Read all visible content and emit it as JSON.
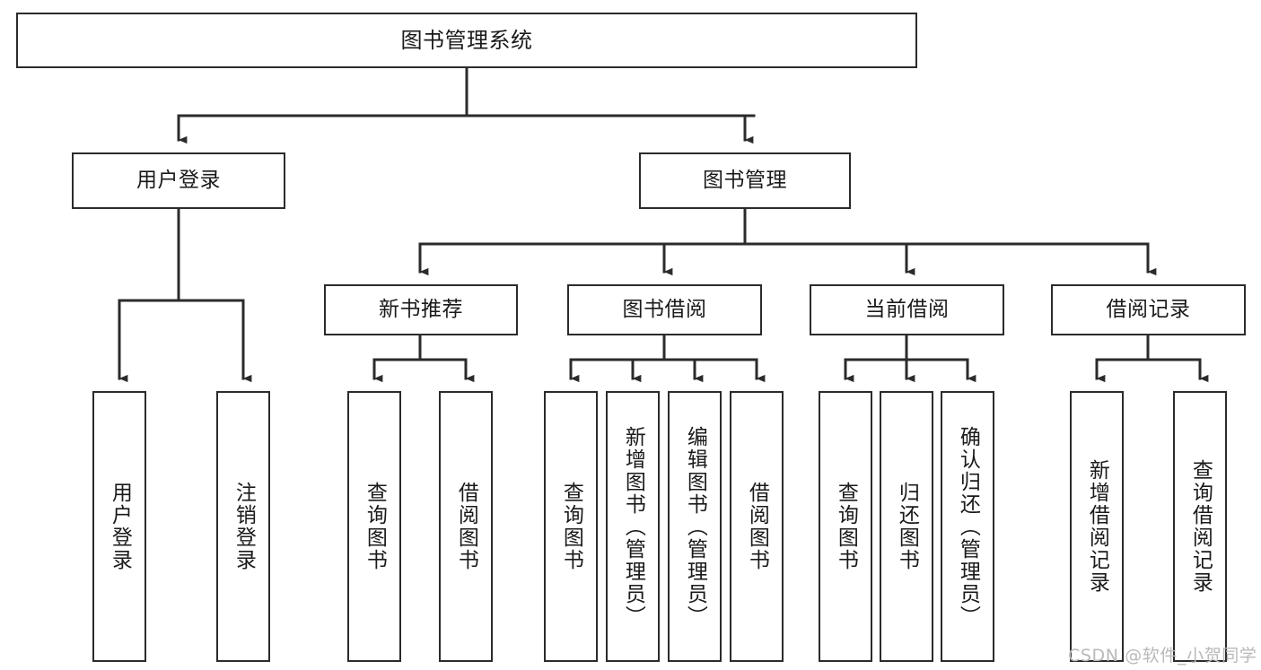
{
  "diagram": {
    "type": "tree-hierarchy",
    "title": "图书管理系统",
    "orientation": "top-down",
    "line_color": "#2b2b2b",
    "box_fill": "#ffffff",
    "text_color": "#1a1a1a"
  },
  "root": {
    "label": "图书管理系统"
  },
  "level2": [
    {
      "label": "用户登录"
    },
    {
      "label": "图书管理"
    }
  ],
  "level3": [
    {
      "label": "新书推荐"
    },
    {
      "label": "图书借阅"
    },
    {
      "label": "当前借阅"
    },
    {
      "label": "借阅记录"
    }
  ],
  "leaves": {
    "user_login": [
      {
        "label": "用户登录"
      },
      {
        "label": "注销登录"
      }
    ],
    "new_book_recommend": [
      {
        "label": "查询图书"
      },
      {
        "label": "借阅图书"
      }
    ],
    "book_borrow": [
      {
        "label": "查询图书"
      },
      {
        "label": "新增图书（管理员）"
      },
      {
        "label": "编辑图书（管理员）"
      },
      {
        "label": "借阅图书"
      }
    ],
    "current_borrow": [
      {
        "label": "查询图书"
      },
      {
        "label": "归还图书"
      },
      {
        "label": "确认归还（管理员）"
      }
    ],
    "borrow_record": [
      {
        "label": "新增借阅记录"
      },
      {
        "label": "查询借阅记录"
      }
    ]
  },
  "watermark": {
    "text": "CSDN @软件_小贺同学"
  }
}
